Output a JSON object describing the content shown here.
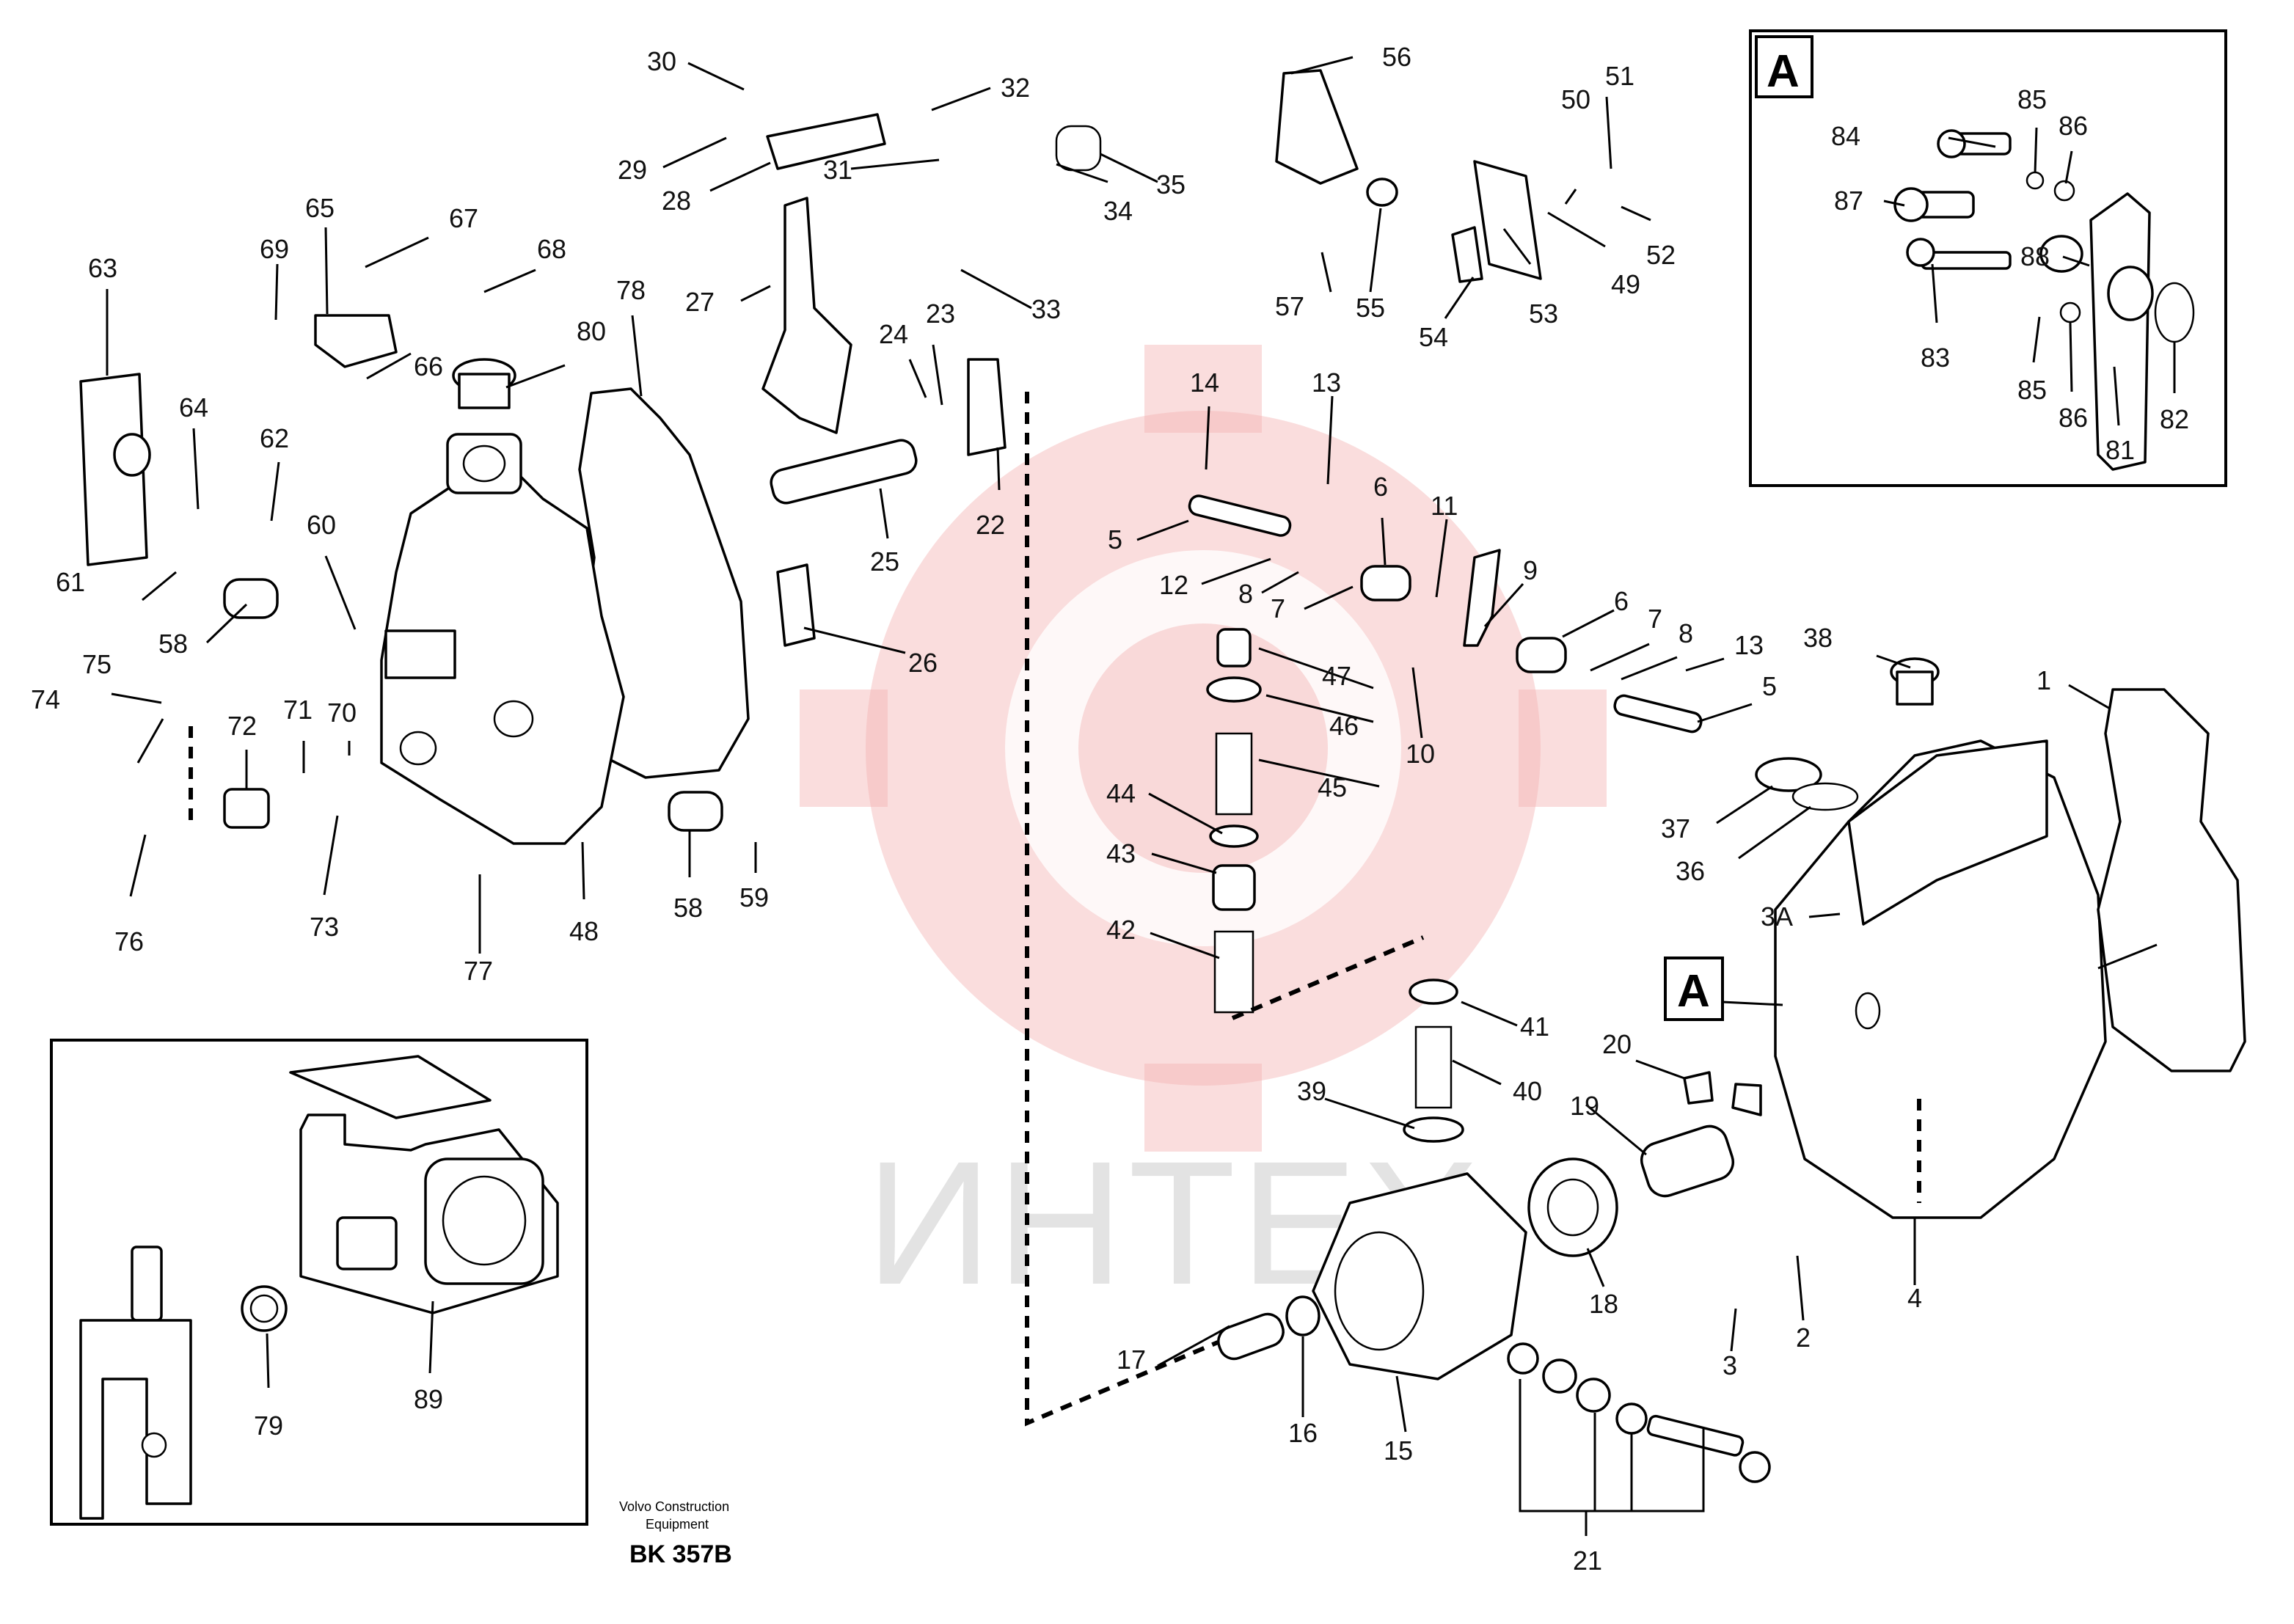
{
  "labels": {
    "l1": "1",
    "l2": "2",
    "l3": "3",
    "l3a": "3A",
    "l4": "4",
    "l5a": "5",
    "l5b": "5",
    "l6a": "6",
    "l6b": "6",
    "l7a": "7",
    "l7b": "7",
    "l8a": "8",
    "l8b": "8",
    "l9": "9",
    "l10": "10",
    "l11": "11",
    "l12": "12",
    "l13a": "13",
    "l13b": "13",
    "l14": "14",
    "l15": "15",
    "l16": "16",
    "l17": "17",
    "l18": "18",
    "l19": "19",
    "l20": "20",
    "l21": "21",
    "l22": "22",
    "l23": "23",
    "l24": "24",
    "l25": "25",
    "l26": "26",
    "l27": "27",
    "l28": "28",
    "l29": "29",
    "l30": "30",
    "l31": "31",
    "l32": "32",
    "l33": "33",
    "l34": "34",
    "l35": "35",
    "l36": "36",
    "l37": "37",
    "l38": "38",
    "l39": "39",
    "l40": "40",
    "l41": "41",
    "l42": "42",
    "l43": "43",
    "l44": "44",
    "l45": "45",
    "l46": "46",
    "l47": "47",
    "l48": "48",
    "l49": "49",
    "l50": "50",
    "l51": "51",
    "l52": "52",
    "l53": "53",
    "l54": "54",
    "l55": "55",
    "l56": "56",
    "l57": "57",
    "l58a": "58",
    "l58b": "58",
    "l59": "59",
    "l60": "60",
    "l61": "61",
    "l62": "62",
    "l63": "63",
    "l64": "64",
    "l65": "65",
    "l66": "66",
    "l67": "67",
    "l68": "68",
    "l69": "69",
    "l70": "70",
    "l71": "71",
    "l72": "72",
    "l73": "73",
    "l74": "74",
    "l75": "75",
    "l76": "76",
    "l77": "77",
    "l78": "78",
    "l79": "79",
    "l80": "80",
    "l81": "81",
    "l82": "82",
    "l83": "83",
    "l84": "84",
    "l85a": "85",
    "l85b": "85",
    "l86a": "86",
    "l86b": "86",
    "l87": "87",
    "l88": "88",
    "l89": "89"
  },
  "detail_tag": "A",
  "detail_inset_tag": "A",
  "watermark": "ИНТЕХ",
  "footer": {
    "company_line1": "Volvo Construction",
    "company_line2": "Equipment",
    "code": "BK 357B"
  },
  "colors": {
    "line": "#000000",
    "watermark_gear": "#f3b3b3",
    "watermark_text": "#c9c9c9"
  }
}
